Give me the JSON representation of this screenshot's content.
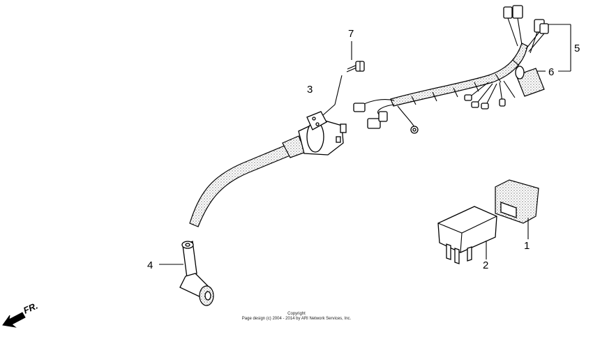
{
  "callouts": [
    {
      "id": "1",
      "label": "1"
    },
    {
      "id": "2",
      "label": "2"
    },
    {
      "id": "3",
      "label": "3"
    },
    {
      "id": "4",
      "label": "4"
    },
    {
      "id": "5",
      "label": "5"
    },
    {
      "id": "6",
      "label": "6"
    },
    {
      "id": "7",
      "label": "7"
    }
  ],
  "direction_label": "FR.",
  "copyright": {
    "line1": "Copyright",
    "line2": "Page design (c) 2004 - 2014 by ARI Network Services, Inc."
  }
}
